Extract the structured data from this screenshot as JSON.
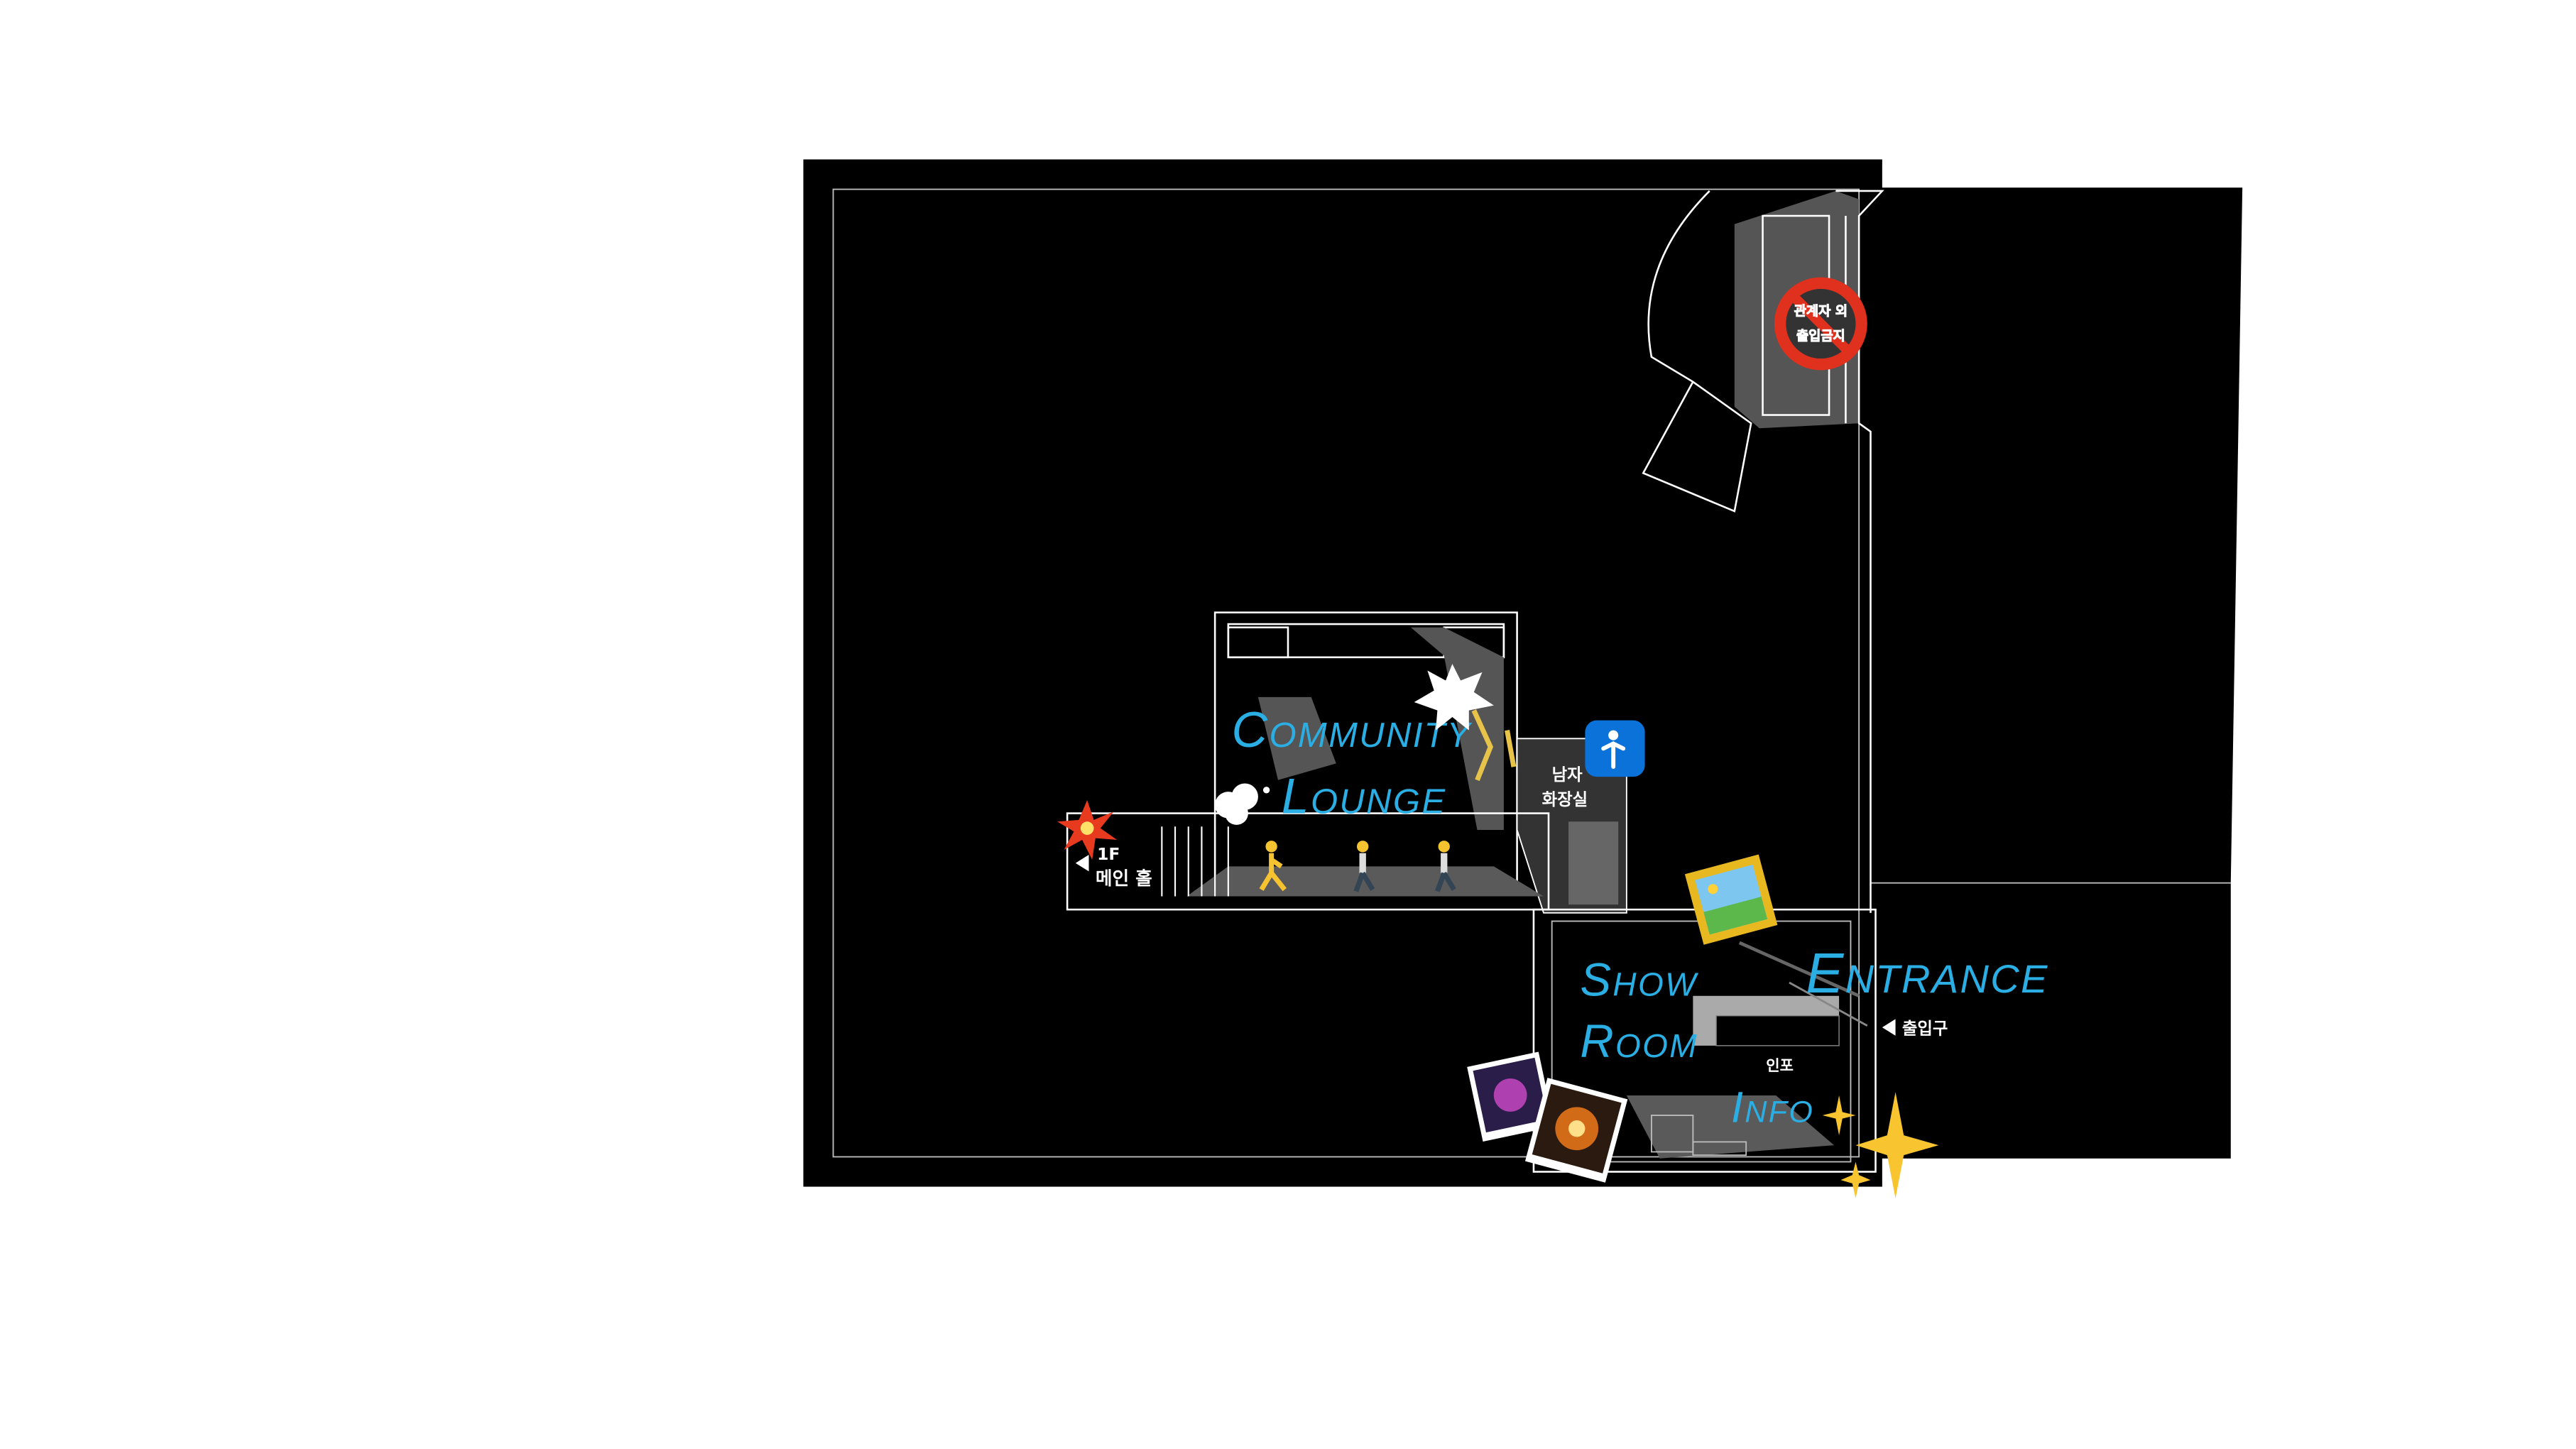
{
  "map": {
    "labels": {
      "community_lounge_1": "Community",
      "community_lounge_2": "Lounge",
      "show_room_1": "Show",
      "show_room_2": "Room",
      "info": "Info",
      "entrance": "Entrance"
    },
    "korean_labels": {
      "main_hall_floor": "1F",
      "main_hall": "메인 홀",
      "mens_restroom_1": "남자",
      "mens_restroom_2": "화장실",
      "exit": "출입구",
      "info": "인포"
    },
    "no_entry_sign": {
      "line1": "관계자 외",
      "line2": "출입금지"
    },
    "colors": {
      "background": "#000000",
      "handwriting": "#2aaee3",
      "info_sign": "#0a72d8",
      "no_entry": "#e0301e",
      "floor": "#5a5a5a"
    }
  }
}
